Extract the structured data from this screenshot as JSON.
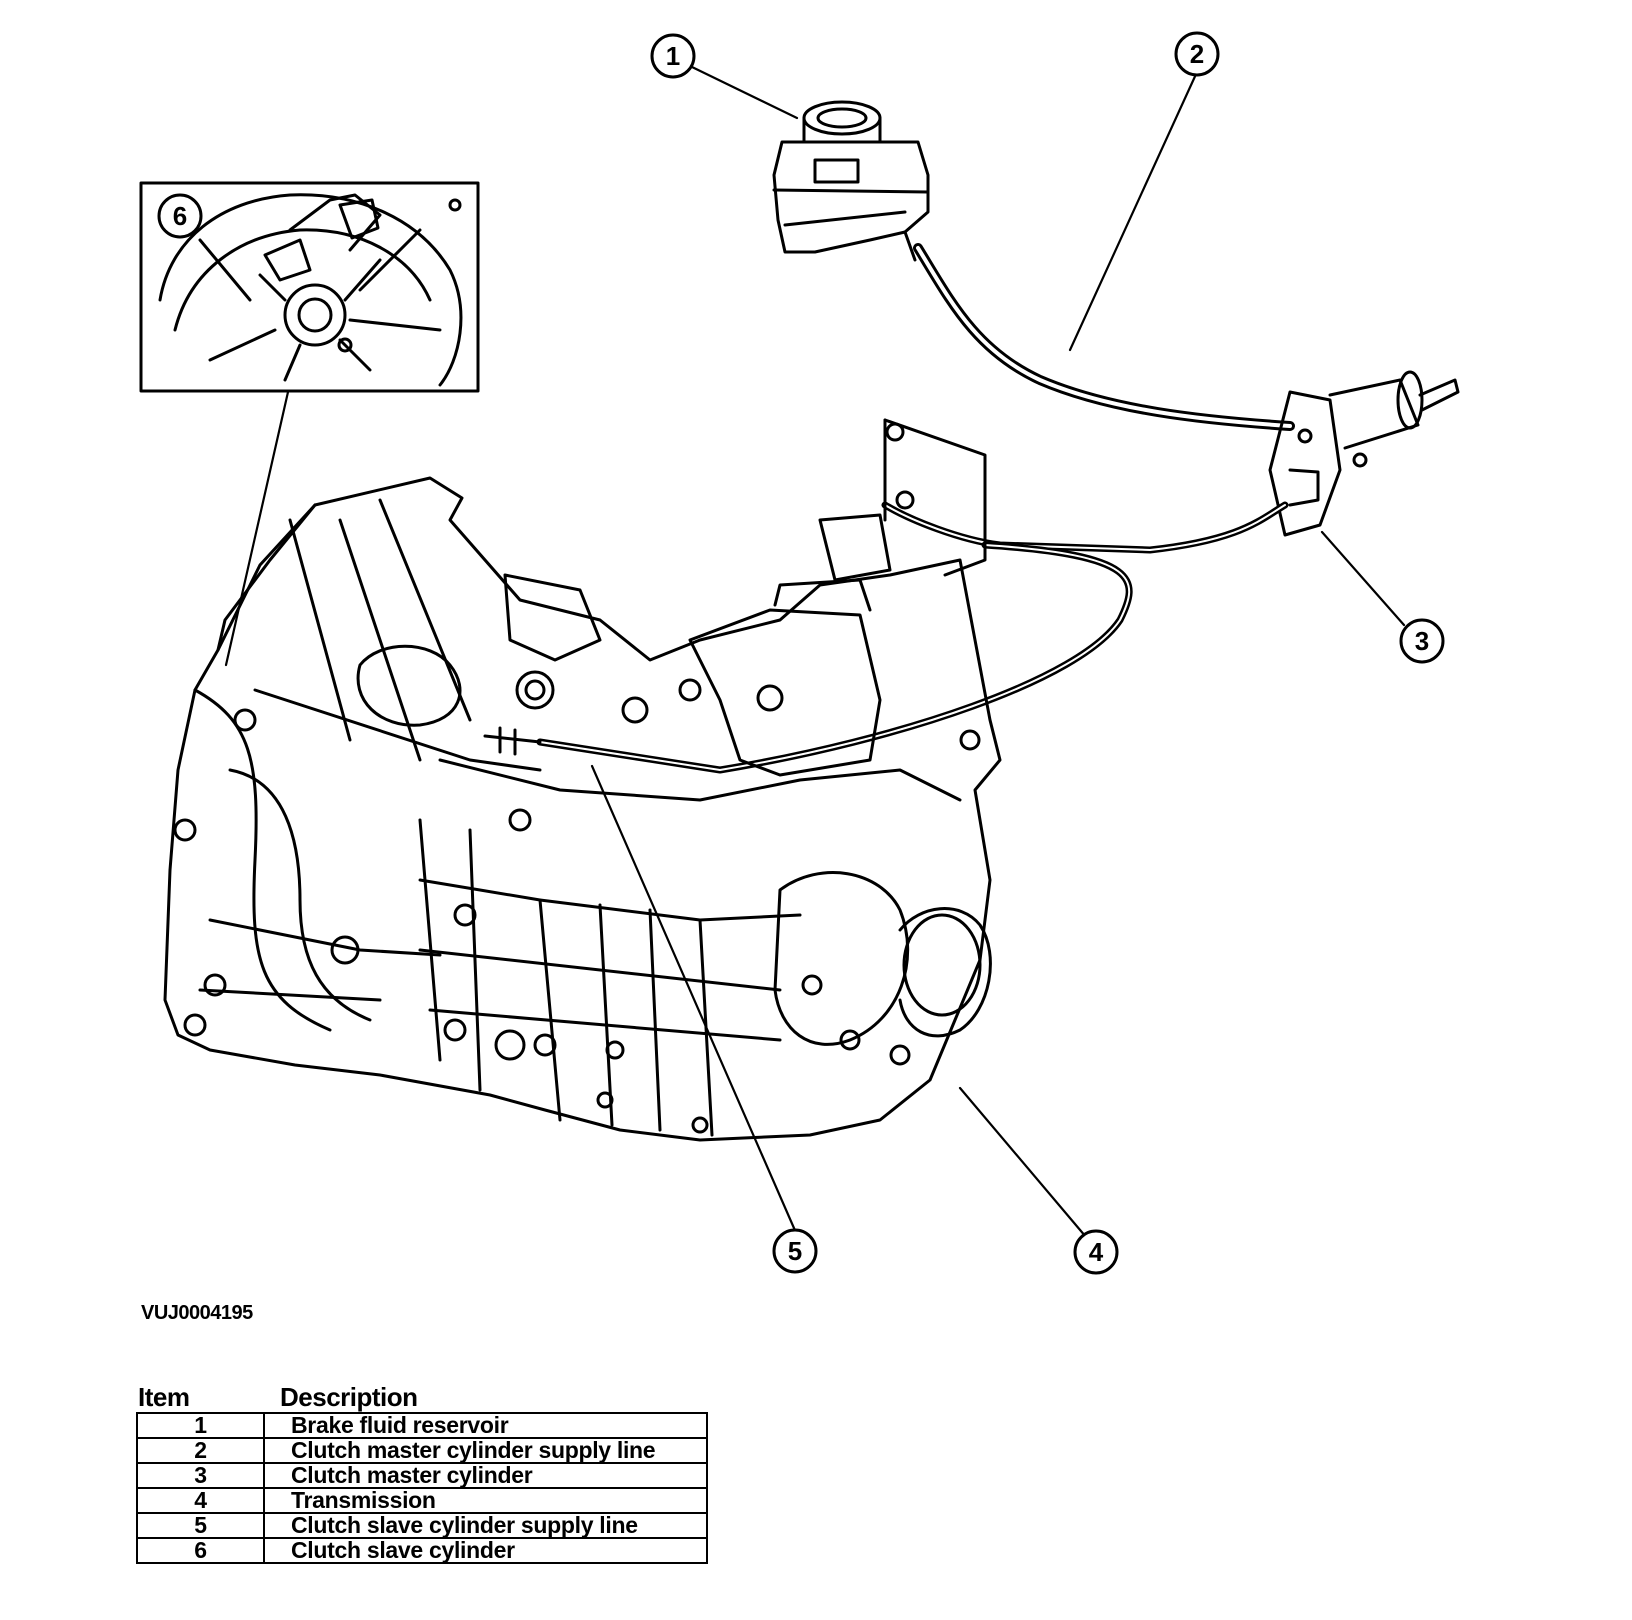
{
  "figure": {
    "drawing_id": "VUJ0004195",
    "callouts": [
      "1",
      "2",
      "3",
      "4",
      "5",
      "6"
    ]
  },
  "legend": {
    "header_item": "Item",
    "header_description": "Description",
    "rows": [
      {
        "item": "1",
        "description": "Brake fluid reservoir"
      },
      {
        "item": "2",
        "description": "Clutch master cylinder supply line"
      },
      {
        "item": "3",
        "description": "Clutch master cylinder"
      },
      {
        "item": "4",
        "description": "Transmission"
      },
      {
        "item": "5",
        "description": "Clutch slave cylinder supply line"
      },
      {
        "item": "6",
        "description": "Clutch slave cylinder"
      }
    ]
  }
}
